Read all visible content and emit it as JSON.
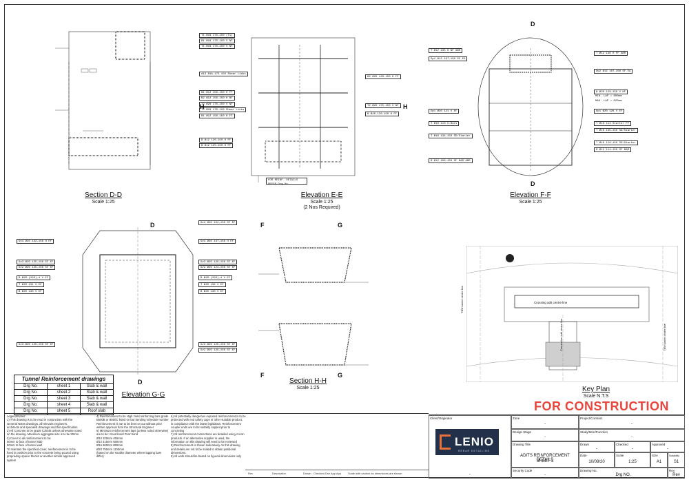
{
  "views": {
    "dd": {
      "title": "Section D-D",
      "scale": "Scale 1:25"
    },
    "ee": {
      "title": "Elevation E-E",
      "scale": "Scale 1:25",
      "note": "(2 Nos Required)"
    },
    "ff": {
      "title": "Elevation F-F",
      "scale": "Scale 1:25"
    },
    "gg": {
      "title": "Elevation G-G",
      "scale": ""
    },
    "hh": {
      "title": "Section H-H",
      "scale": "Scale 1:25"
    },
    "key": {
      "title": "Key Plan",
      "scale": "Scale N.T.S",
      "crossing": "Crossing adit centre line",
      "tbm_left": "TBM tunnel centre line",
      "tbm_right": "TBM tunnel centre line",
      "conn": "Connection adit centre line"
    }
  },
  "marks": {
    "d": "D",
    "h": "H",
    "f": "F",
    "g": "G"
  },
  "tags_ee": [
    "T1 Ø16 175-150 (T1)",
    "B1 Ø16 175-150 V NF",
    "T1 Ø16 175-150 V NF",
    "A13 Ø16-175 150 Shear Links",
    "B1 Ø12 150-150 H FF",
    "B2 Ø12 150-150 H NF",
    "T2 Ø20 175-150 V NF",
    "T2 Ø16 175-150 Shear Links",
    "B1 Ø12 150-150 H FF",
    "B2 Ø20 120-150 H FF",
    "T2 Ø20 175-150 V NF",
    "B Ø20 120-150 H FF",
    "B Ø12 120-150 H FF",
    "B Ø12 125-150 H FF"
  ],
  "tags_ff": [
    "T Ø12 135 H NF ABR",
    "Dp2 Ø12 107-150 SF EG",
    "T Ø12 136 H FF ABR",
    "Dp2 Ø12 107-150 SF EG",
    "B Ø20 120-150 V NF",
    "MIN. LAP = 600mm",
    "MAX. LAP = 825mm",
    "Dp1 Ø20 121 V EF",
    "Dp1 Ø20 126 V EF",
    "T Ø16 113 U-Bars",
    "T Ø16 114 Starter FF",
    "T Ø16 135-150 SD/Starter",
    "T Ø16 134-150 SD/Starter",
    "T Ø16 119-150 SD/Starter",
    "B Ø12 114-150 SF BAR",
    "B Ø12 109-150 SF BAR ABR"
  ],
  "tags_gg": [
    "Gv4 Ø20 104-150 SF EF",
    "Gv4 Ø20 132-150 H EF",
    "Gv4 Ø20 137-150 H EF",
    "Gv3 Ø20 125-150 SF EF",
    "Gv2 Ø20 125-150 SF EF",
    "Gv3 Ø20 126-150 SF EF",
    "Gv2 Ø20 124-150 SF EF",
    "B Ø20-(150)-4 V EF",
    "B Ø20-(150)-4 V EF",
    "T Ø20 131 V EF",
    "B Ø20 130 V EF",
    "T Ø20 132 V EF",
    "B Ø20 130 V EF",
    "Gv3 Ø20 125-150 SF EF",
    "Gv3 Ø20 125-150 SF EF",
    "Gv2 Ø20 126-150 SF EF"
  ],
  "ee_note": "FOR REINF. DETAILS REFER Drg No.",
  "table": {
    "heading": "Tunnel Reinforcement drawings",
    "rows": [
      [
        "Drg No.",
        "sheet 1",
        "Slab & wall"
      ],
      [
        "Drg No.",
        "sheet 2",
        "Slab & wall"
      ],
      [
        "Drg No.",
        "sheet 3",
        "Slab & wall"
      ],
      [
        "Drg No.",
        "sheet 4",
        "Slab & wall"
      ],
      [
        "Drg No.",
        "sheet 5",
        "Roof slab"
      ]
    ]
  },
  "for_construction": "FOR CONSTRUCTION",
  "notes": {
    "col1": [
      "Legend/Notes:",
      "1) This drawing is to be read in conjunction with the",
      "    General Notes drawings, all relevant engineers,",
      "    architects and specialist drawings and this specification",
      "2) All Concrete to be grade C35/45 unless otherwise noted",
      "    on the drawing. Maximum aggregate size is to be 20mm",
      "3) Cover to all reinforcement to be:",
      "      50mm to face of tunnel slab",
      "      50mm to face of tunnel wall",
      "   To maintain the specified cover, reinforcement is to be",
      "   fixed in position prior to the concrete being poured using",
      "   proprietary spacer blocks or another similar approved",
      "   system"
    ],
    "col2": [
      "4) Reinforcement to be High Yield reinforcing bars grade",
      "    B500B or B500C listed on bar bending schedule number",
      "    Reinforcement is not to be bent on out without prior",
      "    written approval from the Structural Engineer",
      "5) Minimum reinforcement laps (unless noted otherwise)",
      "    are to be:      Good bond        Poor bond",
      "              Ø10   320mm          450mm",
      "              Ø12   415mm          580mm",
      "              Ø16   600mm          850mm",
      "              Ø20   750mm        1100mm",
      "    (based on the smaller diameter where lapping bars",
      "    differ)"
    ],
    "col3": [
      "6) All potentially dangerous exposed reinforcement is to be",
      "    protected with end safety caps or other suitable product,",
      "    in compliance with the latest legislation. Reinforcement",
      "    coupler ends are to be suitably capped prior to",
      "    concreting",
      "7) All reinforcement connections are detailed using Ancon",
      "    products. If an alternative supplier is used, the",
      "    information on this drawing will need to be reviewed",
      "8) Reinforcement is shown indicatively on this drawing",
      "    and details are not to be scaled to obtain positional",
      "    dimensions.",
      "9) All work should be based on figured dimensions only"
    ]
  },
  "titleblock": {
    "client_label": "Client/Originator",
    "zone_label": "Zone",
    "zone": "-",
    "project_label": "Project/Contract",
    "project": "-",
    "design_stage_label": "Design Stage",
    "design_stage": "-",
    "study_label": "Study/Item/Function",
    "study": "-",
    "drawing_title_label": "Drawing Title",
    "drawing_title_1": "ADITS REINFORCEMENT DETAILS",
    "drawing_title_2": "SHEET 2",
    "drawn_label": "Drawn",
    "drawn": "-",
    "checked_label": "Checked",
    "checked": "-",
    "approved_label": "Approved",
    "approved": "-",
    "date_label": "Date",
    "date": "10/08/20",
    "scale_label": "Scale",
    "scale": "1:25",
    "size_label": "Size",
    "size": "A1",
    "suit_label": "Suitability",
    "suit": "S1",
    "security_label": "Security Code",
    "security": "-",
    "drawing_no_label": "Drawing No.",
    "drawing_no": "Drg NO.",
    "rev_label": "Rev",
    "rev": "Rev",
    "bottom_left": "-"
  },
  "logo": {
    "name": "LENIO",
    "sub": "REBAR DETAILING"
  },
  "revstrip": [
    "Rev",
    "Description",
    "Drawn",
    "Checked",
    "Dsn App",
    "App",
    "Scale with caution as dimensions are shown"
  ]
}
